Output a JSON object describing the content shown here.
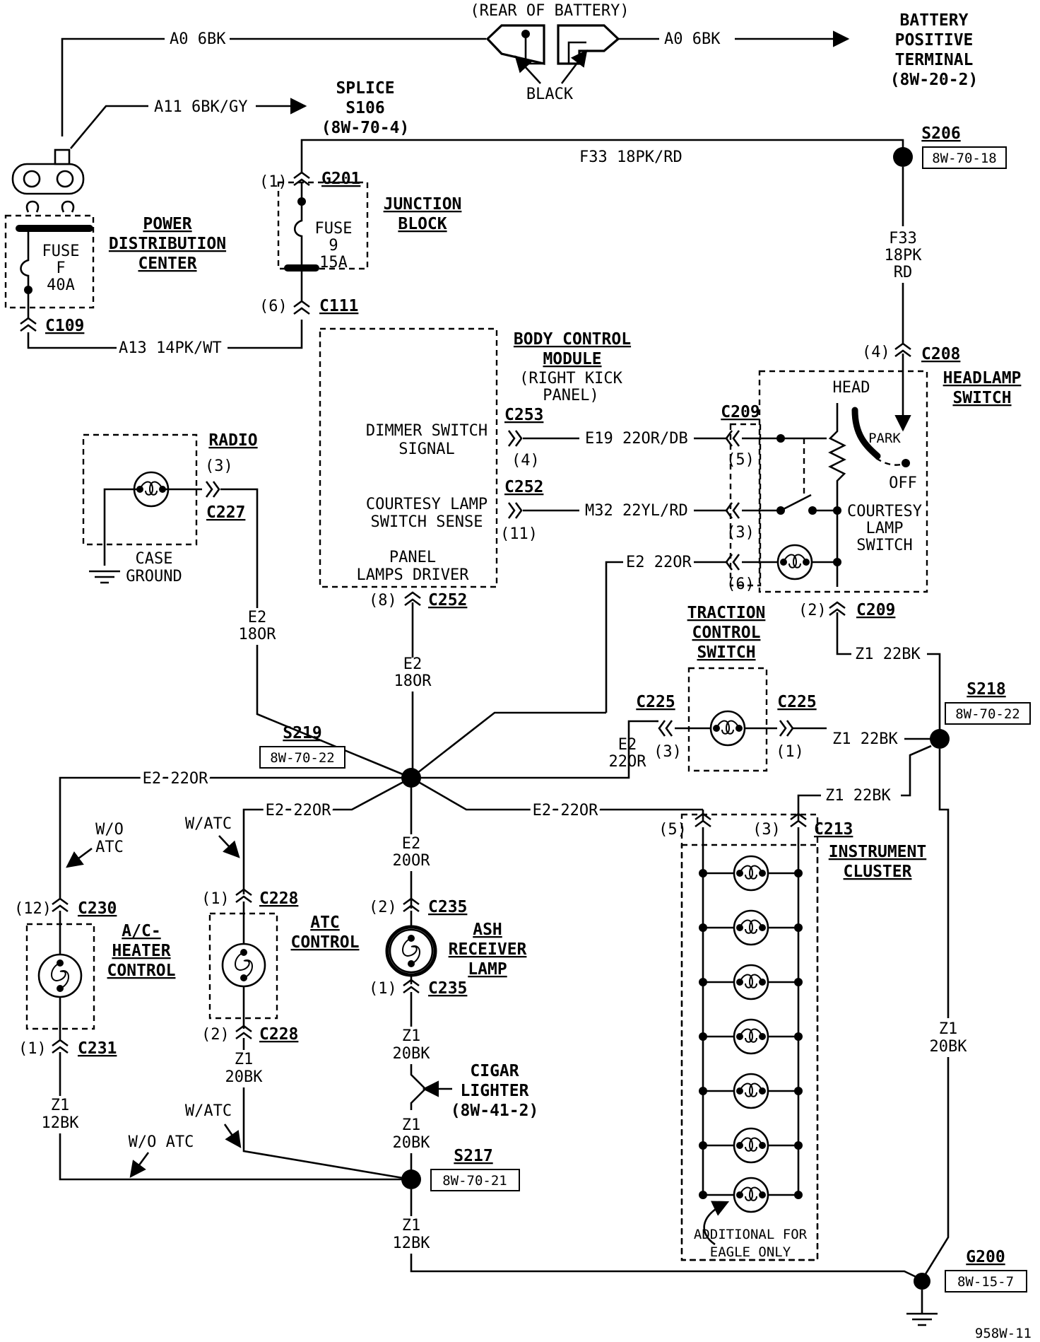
{
  "top": {
    "rear_of_battery": "(REAR OF BATTERY)",
    "black": "BLACK",
    "wire_a0_left": "A0 6BK",
    "wire_a0_right": "A0 6BK",
    "battery_label": [
      "BATTERY",
      "POSITIVE",
      "TERMINAL",
      "(8W-20-2)"
    ],
    "wire_a11": "A11 6BK/GY",
    "splice_label": [
      "SPLICE",
      "S106",
      "(8W-70-4)"
    ],
    "wire_f33": "F33 18PK/RD",
    "wire_f33_vertical": [
      "F33",
      "18PK",
      "RD"
    ]
  },
  "pdc": {
    "title": [
      "POWER",
      "DISTRIBUTION",
      "CENTER"
    ],
    "fuse": [
      "FUSE",
      "F",
      "40A"
    ],
    "conn": "C109",
    "wire_a13": "A13 14PK/WT"
  },
  "junction_block": {
    "title": [
      "JUNCTION",
      "BLOCK"
    ],
    "conn_top": "G201",
    "pin_top": "(1)",
    "fuse": [
      "FUSE",
      "9",
      "15A"
    ],
    "pin_bottom": "(6)",
    "conn_bottom": "C111"
  },
  "s206": {
    "label": "S206",
    "ref": "8W-70-18"
  },
  "bcm": {
    "title": [
      "BODY CONTROL",
      "MODULE"
    ],
    "location": [
      "(RIGHT KICK",
      "PANEL)"
    ],
    "dimmer": [
      "DIMMER SWITCH",
      "SIGNAL"
    ],
    "dimmer_conn": "C253",
    "dimmer_pin": "(4)",
    "courtesy": [
      "COURTESY LAMP",
      "SWITCH SENSE"
    ],
    "courtesy_conn": "C252",
    "courtesy_pin": "(11)",
    "panel": [
      "PANEL",
      "LAMPS DRIVER"
    ],
    "panel_pin": "(8)",
    "panel_conn": "C252"
  },
  "headlamp": {
    "title": [
      "HEADLAMP",
      "SWITCH"
    ],
    "head": "HEAD",
    "park": "PARK",
    "off": "OFF",
    "courtesy": [
      "COURTESY",
      "LAMP",
      "SWITCH"
    ],
    "c208": "C208",
    "c208_pin": "(4)",
    "c209": "C209",
    "pin5": "(5)",
    "pin3": "(3)",
    "pin6": "(6)",
    "pin2": "(2)",
    "c209_bottom": "C209"
  },
  "wires": {
    "e19": "E19 22OR/DB",
    "m32": "M32 22YL/RD",
    "e2_22or": "E2 22OR",
    "e2_18or_radio": [
      "E2",
      "18OR"
    ],
    "e2_18or_bcm": [
      "E2",
      "18OR"
    ],
    "z1_22bk_head": "Z1 22BK",
    "z1_22bk_traction": "Z1 22BK",
    "z1_22bk_cluster": "Z1 22BK",
    "e2_22or_traction": [
      "E2",
      "22OR"
    ],
    "e2_22or_left": "E2 22OR",
    "e2_22or_atc": "E2 22OR",
    "e2_22or_cluster": "E2 22OR",
    "e2_20or": [
      "E2",
      "20OR"
    ],
    "z1_20bk_right": [
      "Z1",
      "20BK"
    ],
    "z1_12bk_left": [
      "Z1",
      "12BK"
    ],
    "z1_20bk_atc": [
      "Z1",
      "20BK"
    ],
    "z1_20bk_ash": [
      "Z1",
      "20BK"
    ],
    "z1_20bk_cigar": [
      "Z1",
      "20BK"
    ],
    "z1_12bk_ground": [
      "Z1",
      "12BK"
    ]
  },
  "radio": {
    "title": "RADIO",
    "pin": "(3)",
    "conn": "C227",
    "ground": [
      "CASE",
      "GROUND"
    ]
  },
  "traction": {
    "title": [
      "TRACTION",
      "CONTROL",
      "SWITCH"
    ],
    "conn_left": "C225",
    "conn_right": "C225",
    "pin_left": "(3)",
    "pin_right": "(1)"
  },
  "s218": {
    "label": "S218",
    "ref": "8W-70-22"
  },
  "s219": {
    "label": "S219",
    "ref": "8W-70-22"
  },
  "s217": {
    "label": "S217",
    "ref": "8W-70-21"
  },
  "g200": {
    "label": "G200",
    "ref": "8W-15-7"
  },
  "ac_heater": {
    "title": [
      "A/C-",
      "HEATER",
      "CONTROL"
    ],
    "wo_atc": [
      "W/O",
      "ATC"
    ],
    "pin_top": "(12)",
    "conn_top": "C230",
    "pin_bottom": "(1)",
    "conn_bottom": "C231",
    "wo_atc_bottom": "W/O ATC"
  },
  "atc": {
    "title": [
      "ATC",
      "CONTROL"
    ],
    "w_atc": "W/ATC",
    "pin_top": "(1)",
    "conn_top": "C228",
    "pin_bottom": "(2)",
    "conn_bottom": "C228",
    "w_atc_bottom": "W/ATC"
  },
  "ash": {
    "title": [
      "ASH",
      "RECEIVER",
      "LAMP"
    ],
    "pin_top": "(2)",
    "conn_top": "C235",
    "pin_bottom": "(1)",
    "conn_bottom": "C235"
  },
  "cigar": {
    "title": [
      "CIGAR",
      "LIGHTER",
      "(8W-41-2)"
    ]
  },
  "cluster": {
    "title": [
      "INSTRUMENT",
      "CLUSTER"
    ],
    "pin5": "(5)",
    "pin3": "(3)",
    "conn": "C213",
    "note": [
      "ADDITIONAL FOR",
      "EAGLE ONLY"
    ]
  },
  "figure_id": "958W-11"
}
